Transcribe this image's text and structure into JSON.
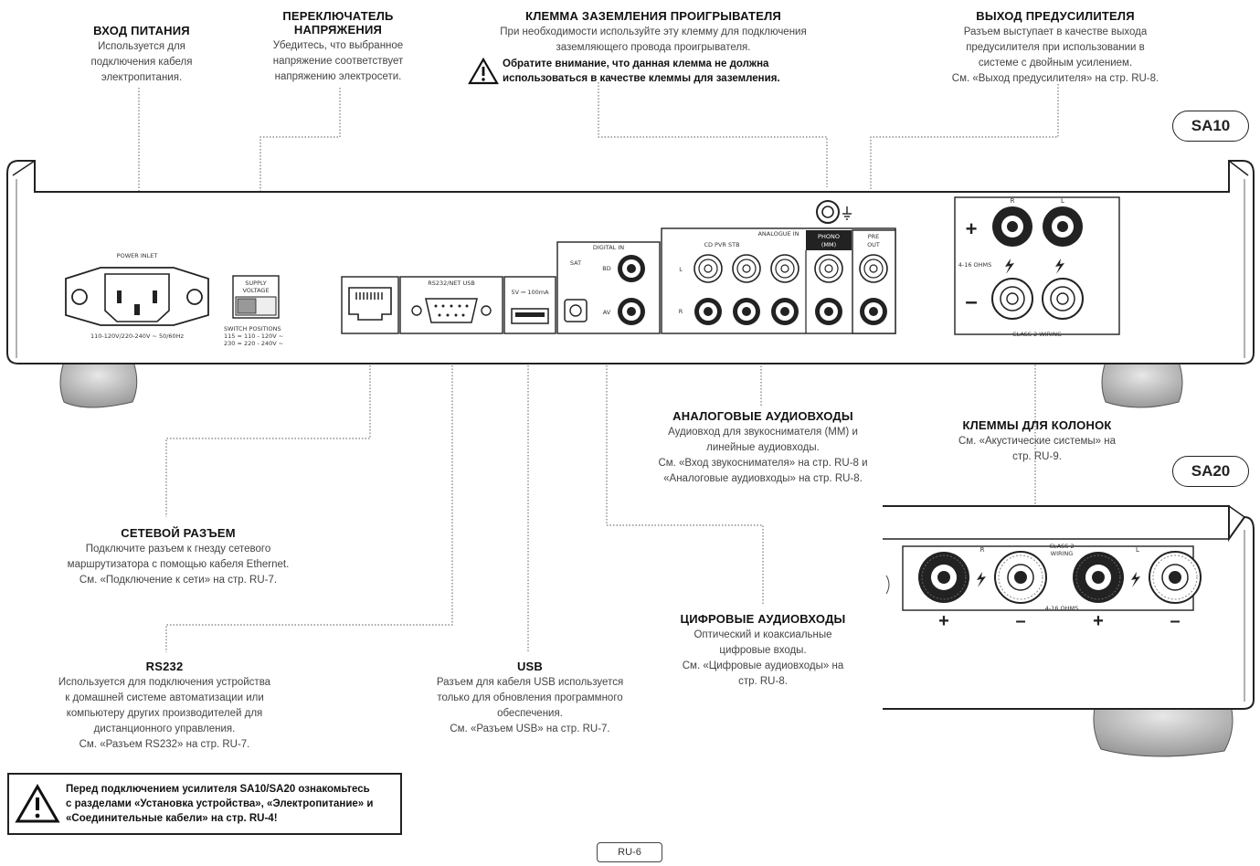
{
  "callouts": {
    "power_inlet": {
      "title": "ВХОД ПИТАНИЯ",
      "lines": [
        "Используется для",
        "подключения кабеля",
        "электропитания."
      ]
    },
    "voltage_switch": {
      "title_lines": [
        "ПЕРЕКЛЮЧАТЕЛЬ",
        "НАПРЯЖЕНИЯ"
      ],
      "lines": [
        "Убедитесь, что выбранное",
        "напряжение соответствует",
        "напряжению электросети."
      ]
    },
    "ground": {
      "title": "КЛЕММА ЗАЗЕМЛЕНИЯ ПРОИГРЫВАТЕЛЯ",
      "lines": [
        "При необходимости используйте эту клемму для подключения",
        "заземляющего провода проигрывателя."
      ],
      "warning_lines": [
        "Обратите внимание, что данная клемма не должна",
        "использоваться в качестве клеммы для заземления."
      ]
    },
    "preout": {
      "title": "ВЫХОД ПРЕДУСИЛИТЕЛЯ",
      "lines": [
        "Разъем выступает в качестве выхода",
        "предусилителя при использовании в",
        "системе с двойным усилением.",
        "См. «Выход предусилителя» на стр. RU-8."
      ]
    },
    "analogue": {
      "title": "АНАЛОГОВЫЕ АУДИОВХОДЫ",
      "lines": [
        "Аудиовход для звукоснимателя (MM) и",
        "линейные аудиовходы.",
        "См. «Вход звукоснимателя» на стр. RU-8 и",
        "«Аналоговые аудиовходы» на стр. RU-8."
      ]
    },
    "speakers": {
      "title": "КЛЕММЫ ДЛЯ КОЛОНОК",
      "lines": [
        "См. «Акустические системы» на",
        "стр. RU-9."
      ]
    },
    "network": {
      "title": "СЕТЕВОЙ РАЗЪЕМ",
      "lines": [
        "Подключите разъем к гнезду сетевого",
        "маршрутизатора с помощью кабеля Ethernet.",
        "См. «Подключение к сети» на стр. RU-7."
      ]
    },
    "rs232": {
      "title": "RS232",
      "lines": [
        "Используется для подключения устройства",
        "к домашней системе автоматизации или",
        "компьютеру других производителей для",
        "дистанционного управления.",
        "См. «Разъем RS232» на стр. RU-7."
      ]
    },
    "usb": {
      "title": "USB",
      "lines": [
        "Разъем для кабеля USB используется",
        "только для обновления программного",
        "обеспечения.",
        "См. «Разъем USB» на стр. RU-7."
      ]
    },
    "digital": {
      "title": "ЦИФРОВЫЕ АУДИОВХОДЫ",
      "lines": [
        "Оптический и коаксиальные",
        "цифровые входы.",
        "См. «Цифровые аудиовходы» на",
        "стр. RU-8."
      ]
    }
  },
  "models": {
    "sa10": "SA10",
    "sa20": "SA20"
  },
  "bottom_warning": [
    "Перед подключением усилителя SA10/SA20 ознакомьтесь",
    "с разделами «Установка устройства», «Электропитание» и",
    "«Соединительные кабели» на стр. RU-4!"
  ],
  "page_number": "RU-6",
  "panel_labels": {
    "power_inlet": "POWER INLET",
    "power_rating": "110-120V/220-240V ~ 50/60Hz",
    "supply_voltage": [
      "SUPPLY",
      "VOLTAGE"
    ],
    "switch_positions": [
      "SWITCH POSITIONS",
      "115 = 110 - 120V ~",
      "230 = 220 - 240V ~"
    ],
    "rs232_usb": "RS232/NET USB",
    "usb_rating": "5V ⎓ 100mA",
    "digital_in": "DIGITAL IN",
    "sat": "SAT",
    "bd": "BD",
    "av": "AV",
    "analogue_in": "ANALOGUE IN",
    "cd_pvr_stb": "CD PVR STB",
    "phono": [
      "PHONO",
      "(MM)"
    ],
    "pre_out": [
      "PRE",
      "OUT"
    ],
    "ch_l": "L",
    "ch_r": "R",
    "ohms": "4-16 OHMS",
    "class2": "CLASS 2 WIRING",
    "class2_lines": [
      "CLASS 2",
      "WIRING"
    ],
    "plus": "+",
    "minus": "–"
  }
}
